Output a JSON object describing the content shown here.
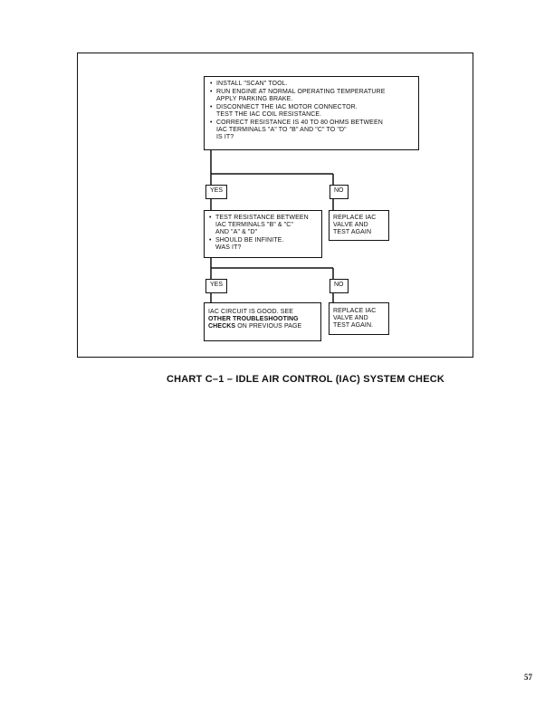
{
  "chart": {
    "start_box": {
      "items": [
        [
          "INSTALL \"SCAN\" TOOL."
        ],
        [
          "RUN ENGINE AT NORMAL OPERATING TEMPERATURE",
          "APPLY PARKING BRAKE."
        ],
        [
          "DISCONNECT THE IAC MOTOR CONNECTOR.",
          "TEST THE IAC COIL RESISTANCE."
        ],
        [
          "CORRECT RESISTANCE IS 40 TO 80 OHMS BETWEEN",
          "IAC TERMINALS \"A\" TO \"B\" AND \"C\" TO \"D\"",
          "IS IT?"
        ]
      ]
    },
    "branch1": {
      "yes_label": "YES",
      "no_label": "NO",
      "yes_box": {
        "items": [
          [
            "TEST RESISTANCE BETWEEN",
            "IAC TERMINALS \"B\" & \"C\"",
            "AND \"A\" & \"D\""
          ],
          [
            "SHOULD BE INFINITE.",
            "WAS IT?"
          ]
        ]
      },
      "no_box": {
        "lines": [
          "REPLACE IAC",
          "VALVE AND",
          "TEST AGAIN"
        ]
      }
    },
    "branch2": {
      "yes_label": "YES",
      "no_label": "NO",
      "yes_box": {
        "line1": "IAC CIRCUIT IS GOOD. SEE",
        "line2_bold": "OTHER TROUBLESHOOTING",
        "line3_bold": "CHECKS",
        "line3_rest": " ON PREVIOUS PAGE"
      },
      "no_box": {
        "lines": [
          "REPLACE IAC",
          "VALVE AND",
          "TEST AGAIN."
        ]
      }
    }
  },
  "caption": "CHART C–1 – IDLE AIR CONTROL (IAC) SYSTEM CHECK",
  "page_number": "57"
}
